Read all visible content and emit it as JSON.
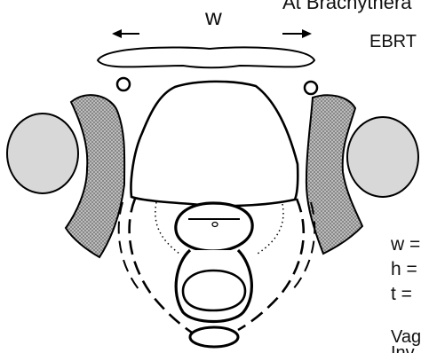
{
  "diagram": {
    "width_label": "w",
    "header_line_1": "At Brachythera",
    "header_line_2": "EBRT",
    "legend": [
      {
        "symbol": "w =",
        "text": ""
      },
      {
        "symbol": "h =",
        "text": ""
      },
      {
        "symbol": "t =",
        "text": ""
      }
    ],
    "footer_line_1": "Vag",
    "footer_line_2": "Inv"
  },
  "colors": {
    "line": "#000000",
    "hatch_fill": "#b8b8b8",
    "head_fill": "#d8d8d8",
    "background": "#ffffff"
  }
}
